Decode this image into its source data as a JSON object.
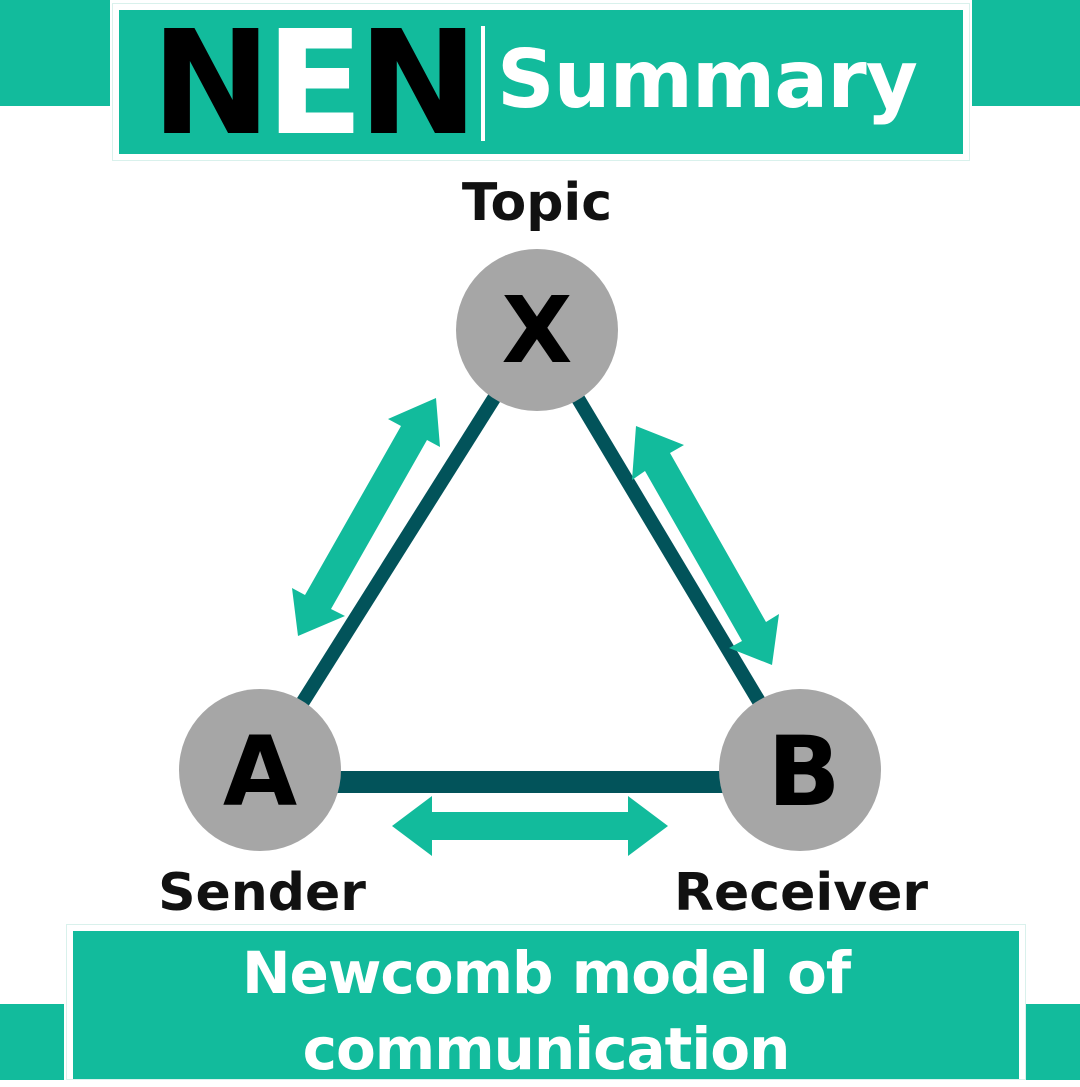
{
  "header": {
    "brand_parts": [
      "N",
      "E",
      "N"
    ],
    "subtitle": "Summary"
  },
  "diagram": {
    "nodes": {
      "x": {
        "letter": "X",
        "role": "Topic"
      },
      "a": {
        "letter": "A",
        "role": "Sender"
      },
      "b": {
        "letter": "B",
        "role": "Receiver"
      }
    }
  },
  "caption": {
    "line1": "Newcomb model of",
    "line2": "communication"
  },
  "colors": {
    "accent": "#12bb9c",
    "edge": "#02535a",
    "node": "#a6a6a6",
    "white": "#ffffff"
  }
}
